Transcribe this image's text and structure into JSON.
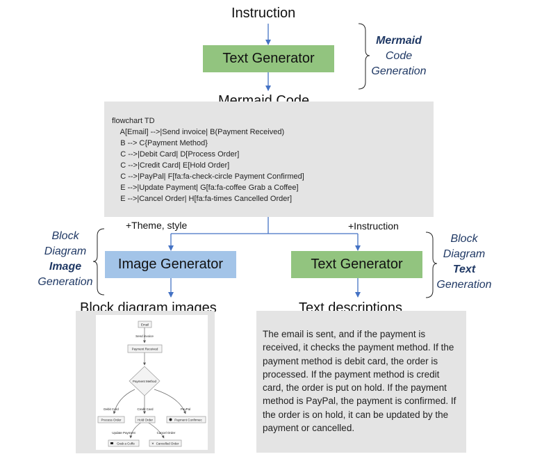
{
  "titles": {
    "instruction": "Instruction",
    "mermaid_code": "Mermaid Code",
    "block_images": "Block diagram images",
    "text_descriptions": "Text descriptions"
  },
  "boxes": {
    "text_generator_top": "Text Generator",
    "image_generator": "Image Generator",
    "text_generator_right": "Text Generator"
  },
  "side_labels": {
    "mermaid_gen": {
      "line1": "Mermaid",
      "line2": "Code",
      "line3": "Generation"
    },
    "image_gen": {
      "line1": "Block",
      "line2": "Diagram",
      "line3": "Image",
      "line4": "Generation"
    },
    "text_gen": {
      "line1": "Block",
      "line2": "Diagram",
      "line3": "Text",
      "line4": "Generation"
    }
  },
  "branch_labels": {
    "theme": "+Theme,  style",
    "instruction": "+Instruction"
  },
  "code_lines": [
    "flowchart TD",
    "    A[Email] -->|Send invoice| B(Payment Received)",
    "    B --> C{Payment Method}",
    "    C -->|Debit Card| D[Process Order]",
    "    C -->|Credit Card| E[Hold Order]",
    "    C -->|PayPal| F[fa:fa-check-circle Payment Confirmed]",
    "    E -->|Update Payment| G[fa:fa-coffee Grab a Coffee]",
    "    E -->|Cancel Order| H[fa:fa-times Cancelled Order]"
  ],
  "description": "The email is sent, and if the payment is received, it checks the payment method. If the payment method is debit card, the order is processed. If the payment method is credit card, the order is put on hold. If the payment method is PayPal, the payment is confirmed. If the order is on hold, it can be updated by the payment or cancelled.",
  "mini_diagram": {
    "email": "Email",
    "send_invoice": "Send invoice",
    "payment_received": "Payment Received",
    "payment_method": "Payment Method",
    "debit_card": "Debit Card",
    "credit_card": "Credit Card",
    "paypal": "PayPal",
    "process_order": "Process Order",
    "hold_order": "Hold Order",
    "payment_confirmed": "Payment Confirmec",
    "update_payment": "Update Payment",
    "cancel_order": "Cancel Order",
    "grab_coffee": "Grab a Coffe",
    "cancelled_order": "Cancelled Order"
  },
  "colors": {
    "green_box": "#92c47f",
    "blue_box": "#a3c4e8",
    "grey_panel": "#e4e4e4",
    "arrow": "#4472c4",
    "side_text": "#1f3864"
  }
}
